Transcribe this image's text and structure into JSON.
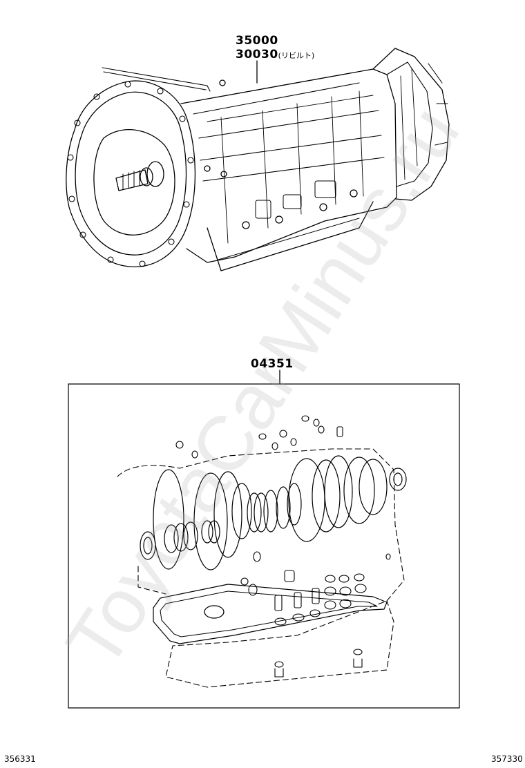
{
  "assembly": {
    "part_number_primary": "35000",
    "part_number_rebuilt": "30030",
    "rebuilt_note": "(リビルト)"
  },
  "gasket_kit": {
    "part_number": "04351"
  },
  "footer": {
    "left_code": "356331",
    "right_code": "357330"
  },
  "watermark": {
    "text": "ToyotaCarMinus.ru"
  },
  "colors": {
    "line": "#000000",
    "background": "#ffffff",
    "watermark": "#aaaaaa"
  }
}
